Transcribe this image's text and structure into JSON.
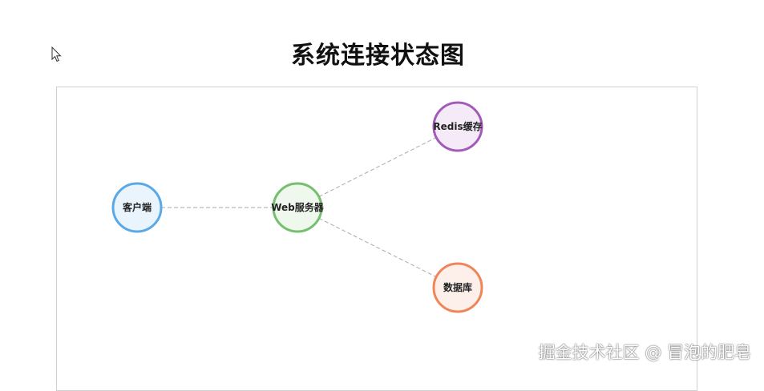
{
  "title": "系统连接状态图",
  "watermark": "掘金技术社区 @ 冒泡的肥皂",
  "nodes": [
    {
      "id": "client",
      "label": "客户端",
      "border": "#5aa9e6",
      "fill": "#eaf4fc"
    },
    {
      "id": "web",
      "label": "Web服务器",
      "border": "#76bf6f",
      "fill": "#eef8ec"
    },
    {
      "id": "redis",
      "label": "Redis缓存",
      "border": "#a35ab8",
      "fill": "#f5ebf8"
    },
    {
      "id": "db",
      "label": "数据库",
      "border": "#f0855a",
      "fill": "#fdf0ea"
    }
  ],
  "edges": [
    {
      "from": "client",
      "to": "web"
    },
    {
      "from": "web",
      "to": "redis"
    },
    {
      "from": "web",
      "to": "db"
    }
  ],
  "edge_color": "#aaaaaa"
}
